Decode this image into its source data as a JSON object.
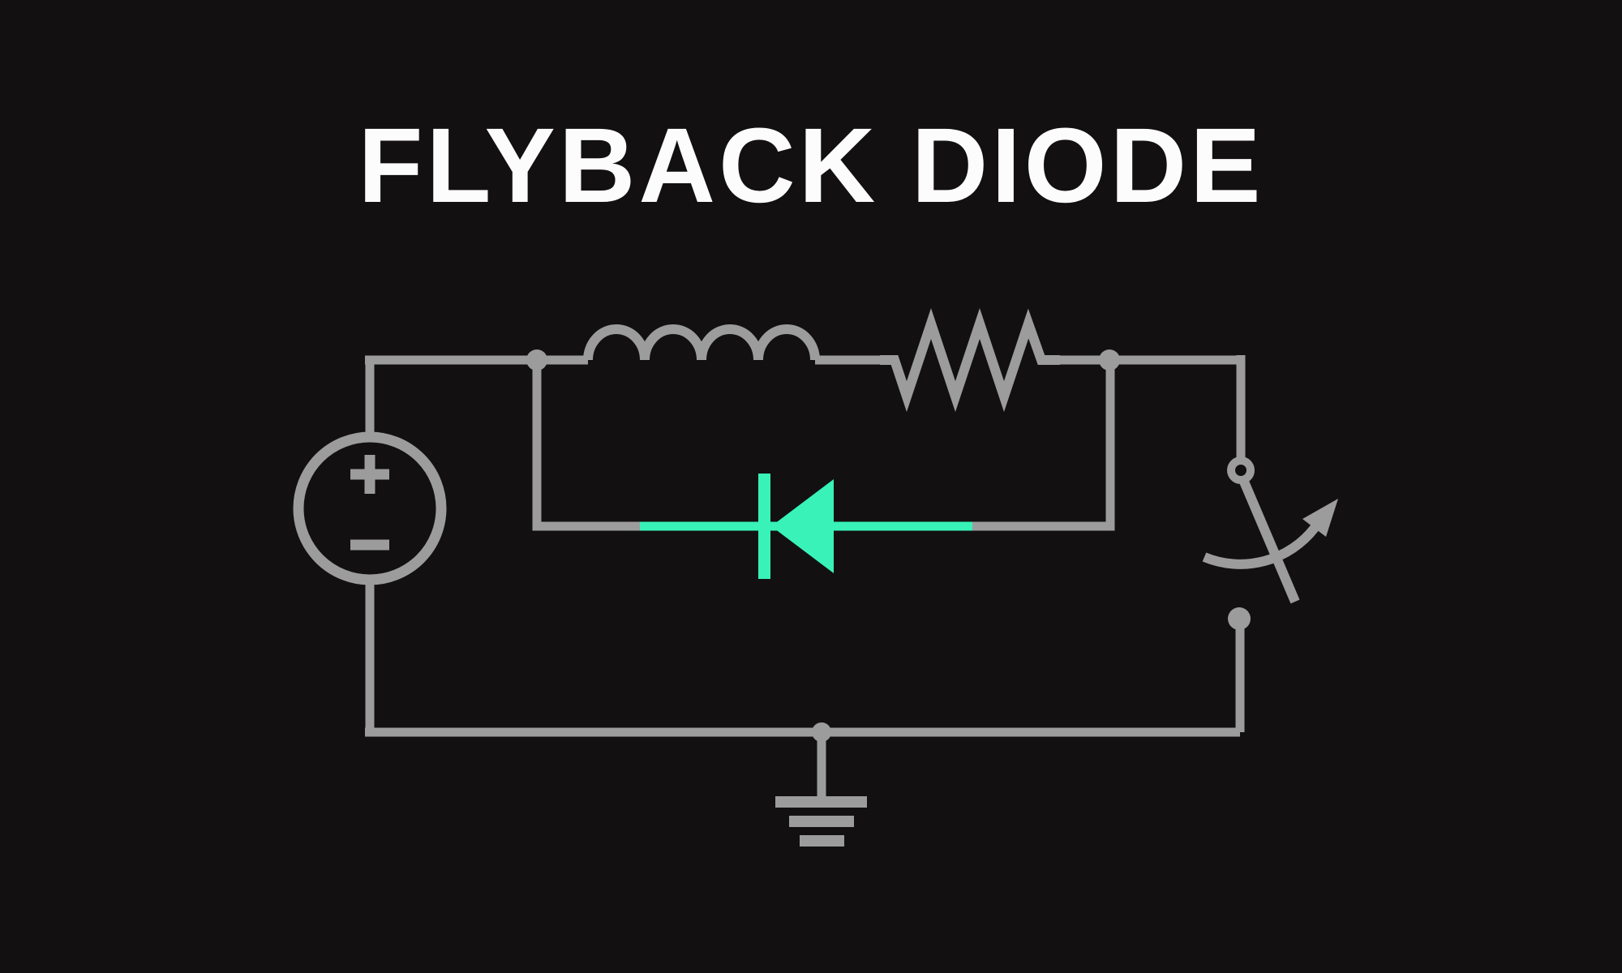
{
  "title": "FLYBACK DIODE",
  "colors": {
    "background": "#121010",
    "wire": "#9C9C9C",
    "diode": "#38F2B8",
    "title": "#FCFCFC"
  },
  "circuit": {
    "kind": "circuit-schematic",
    "components": [
      {
        "name": "voltage-source",
        "label": "DC voltage source",
        "plus_symbol": "+",
        "minus_symbol": "−"
      },
      {
        "name": "inductor",
        "label": "Inductor coil",
        "humps": 4
      },
      {
        "name": "resistor",
        "label": "Resistor"
      },
      {
        "name": "flyback-diode",
        "label": "Flyback diode",
        "highlight_color": "#38F2B8",
        "direction": "cathode-left"
      },
      {
        "name": "switch",
        "label": "Switch",
        "state": "open"
      },
      {
        "name": "ground",
        "label": "Ground",
        "bars": 3
      }
    ]
  }
}
